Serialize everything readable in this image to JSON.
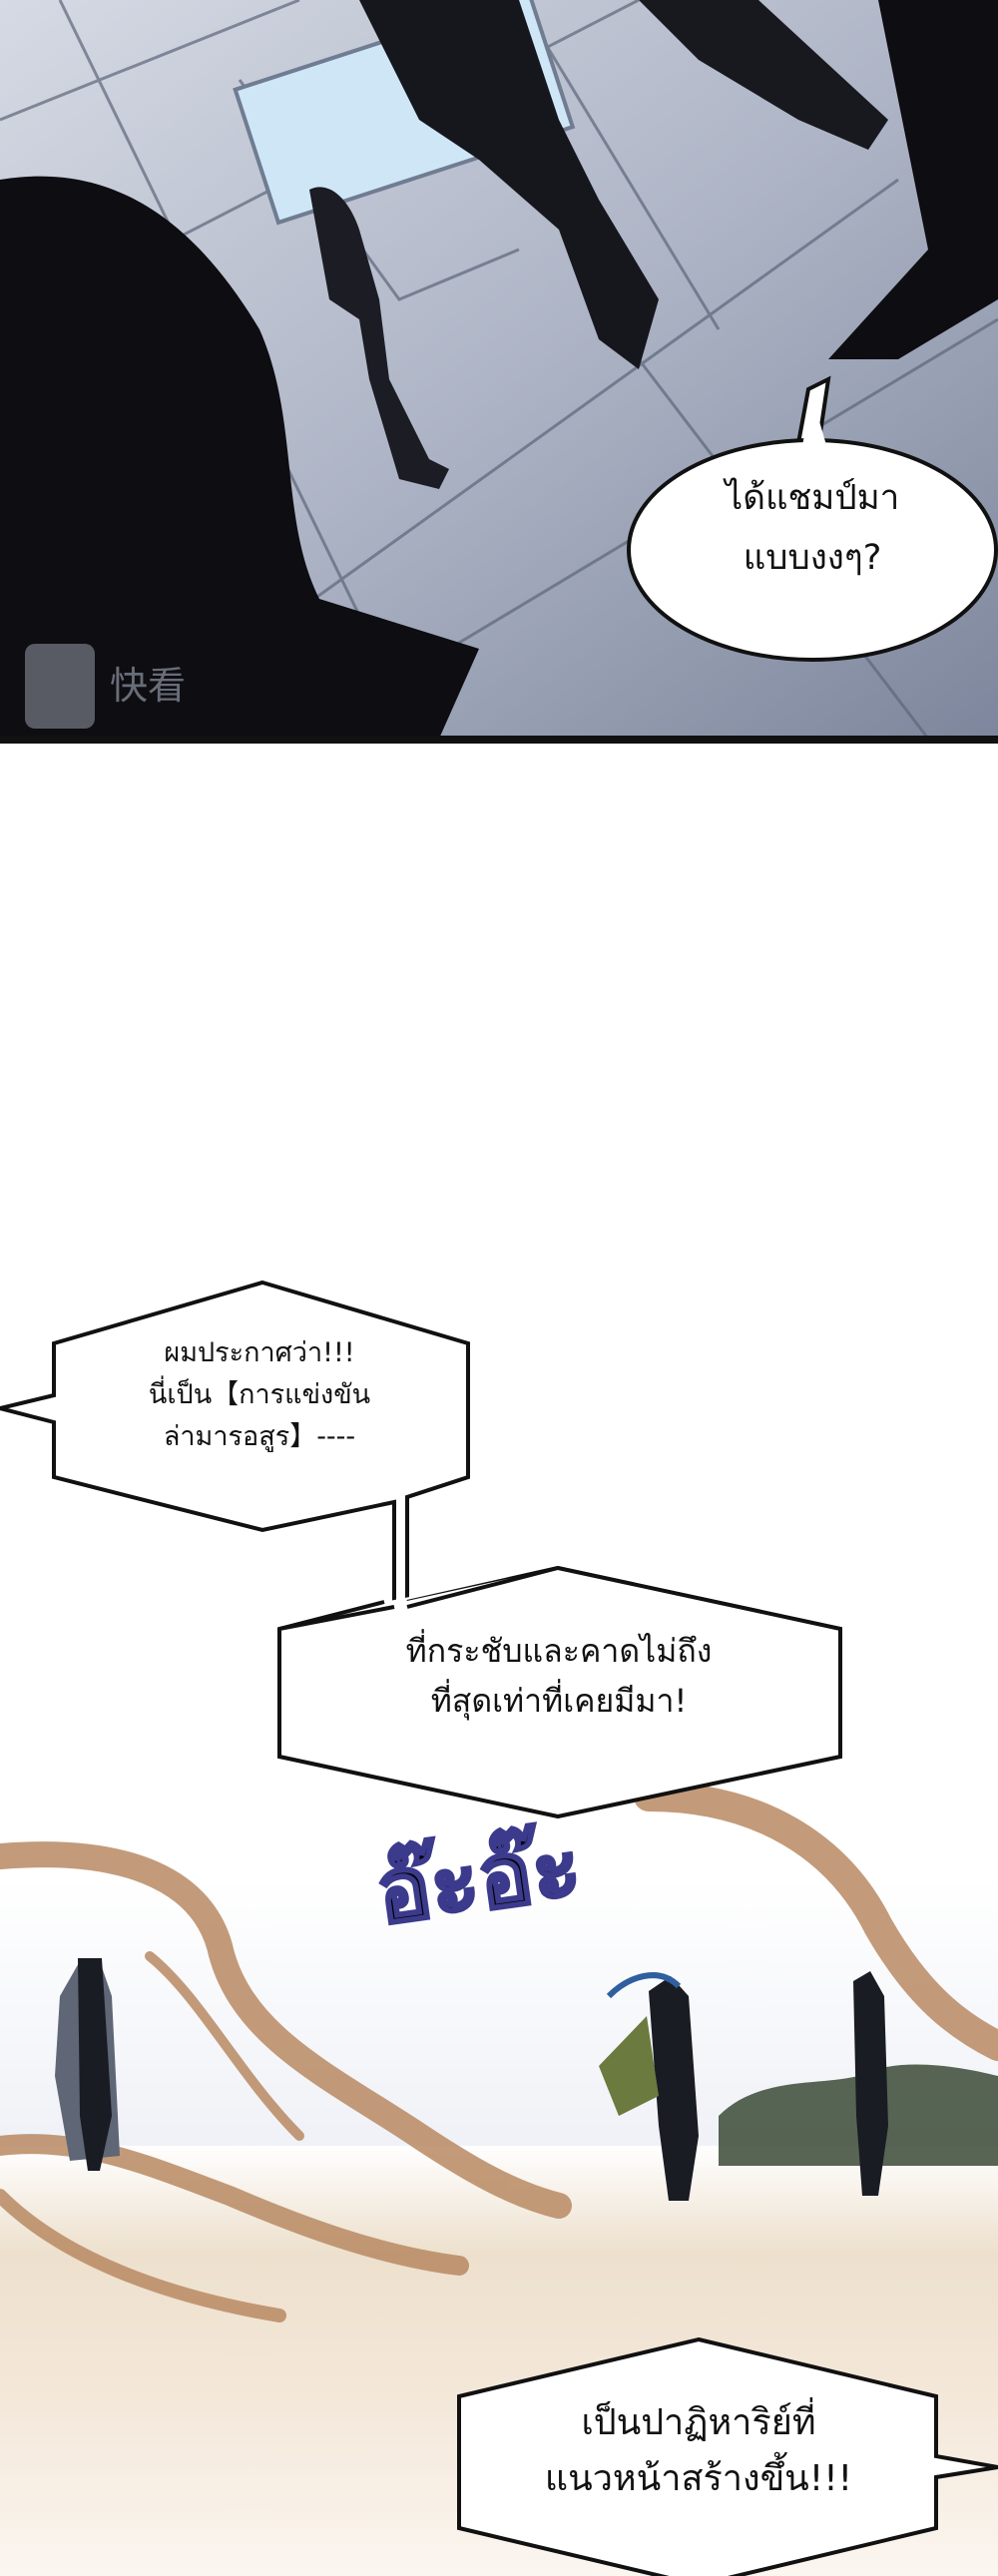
{
  "panel_top": {
    "watermark": "快看",
    "bubble": {
      "lines": [
        "ได้แชมป์มา",
        "แบบงงๆ?"
      ]
    }
  },
  "panel_bottom": {
    "bubble_announce": {
      "lines": [
        "ผมประกาศว่า!!!",
        "นี่เป็น【การแข่งขัน",
        "ล่ามารอสูร】----"
      ]
    },
    "bubble_unexpected": {
      "lines": [
        "ที่กระชับและคาดไม่ถึง",
        "ที่สุดเท่าที่เคยมีมา!"
      ]
    },
    "sound_effect": "อ๊ะอ๊ะ",
    "bubble_miracle": {
      "lines": [
        "เป็นปาฏิหาริย์ที่",
        "แนวหน้าสร้างขึ้น!!!"
      ]
    }
  },
  "colors": {
    "floor": "#b9bfcf",
    "dark": "#0d0d12",
    "sand": "#e9d8c0",
    "root": "#b98a63"
  }
}
